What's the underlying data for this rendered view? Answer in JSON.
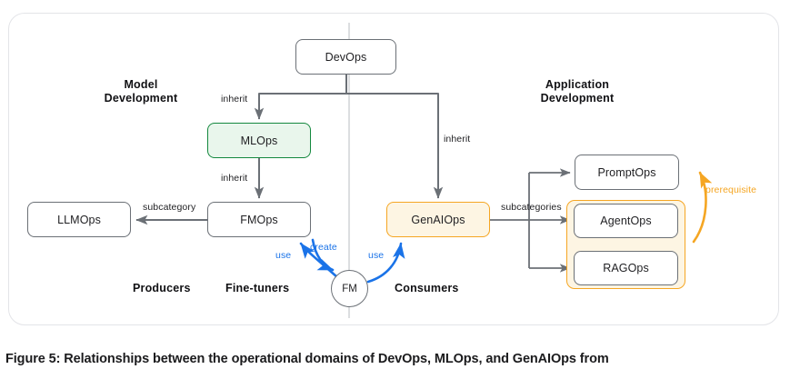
{
  "figure": {
    "caption": "Figure 5: Relationships between the operational domains of DevOps, MLOps, and GenAIOps from"
  },
  "colors": {
    "card_border": "#e3e4e8",
    "node_border": "#6b7076",
    "green_border": "#14883e",
    "green_fill": "#e9f6ec",
    "amber_border": "#f5a623",
    "amber_fill": "#fdf5e3",
    "arrow_gray": "#6b7076",
    "arrow_blue": "#1a73e8",
    "arrow_orange": "#f5a623",
    "divider": "#d4d5d9",
    "text": "#1f1f22"
  },
  "sections": {
    "left": "Model\nDevelopment",
    "left_line1": "Model",
    "left_line2": "Development",
    "right_line1": "Application",
    "right_line2": "Development"
  },
  "roles": {
    "producers": "Producers",
    "fine_tuners": "Fine-tuners",
    "consumers": "Consumers"
  },
  "nodes": {
    "devops": "DevOps",
    "mlops": "MLOps",
    "fmops": "FMOps",
    "llmops": "LLMOps",
    "genaiops": "GenAIOps",
    "promptops": "PromptOps",
    "agentops": "AgentOps",
    "ragops": "RAGOps",
    "fm": "FM"
  },
  "edges": {
    "inherit_mlops": "inherit",
    "inherit_genaiops": "inherit",
    "inherit_fmops": "inherit",
    "subcategory": "subcategory",
    "subcategories": "subcategories",
    "use_fmops": "use",
    "create": "create",
    "use_genaiops": "use",
    "prerequisite": "prerequisite"
  },
  "diagram_structure": {
    "type": "relationship-diagram",
    "relations": [
      {
        "from": "DevOps",
        "to": "MLOps",
        "label": "inherit",
        "color": "gray"
      },
      {
        "from": "DevOps",
        "to": "GenAIOps",
        "label": "inherit",
        "color": "gray"
      },
      {
        "from": "MLOps",
        "to": "FMOps",
        "label": "inherit",
        "color": "gray"
      },
      {
        "from": "FMOps",
        "to": "LLMOps",
        "label": "subcategory",
        "color": "gray"
      },
      {
        "from": "GenAIOps",
        "to": "PromptOps",
        "label": "subcategories",
        "color": "gray"
      },
      {
        "from": "GenAIOps",
        "to": "AgentOps",
        "label": "subcategories",
        "color": "gray"
      },
      {
        "from": "GenAIOps",
        "to": "RAGOps",
        "label": "subcategories",
        "color": "gray"
      },
      {
        "from": "FM",
        "to": "FMOps",
        "label": "use",
        "color": "blue"
      },
      {
        "from": "FMOps",
        "to": "FM",
        "label": "create",
        "color": "blue"
      },
      {
        "from": "FM",
        "to": "GenAIOps",
        "label": "use",
        "color": "blue"
      },
      {
        "from": "AgentOps/RAGOps",
        "to": "PromptOps",
        "label": "prerequisite",
        "color": "orange"
      }
    ]
  }
}
